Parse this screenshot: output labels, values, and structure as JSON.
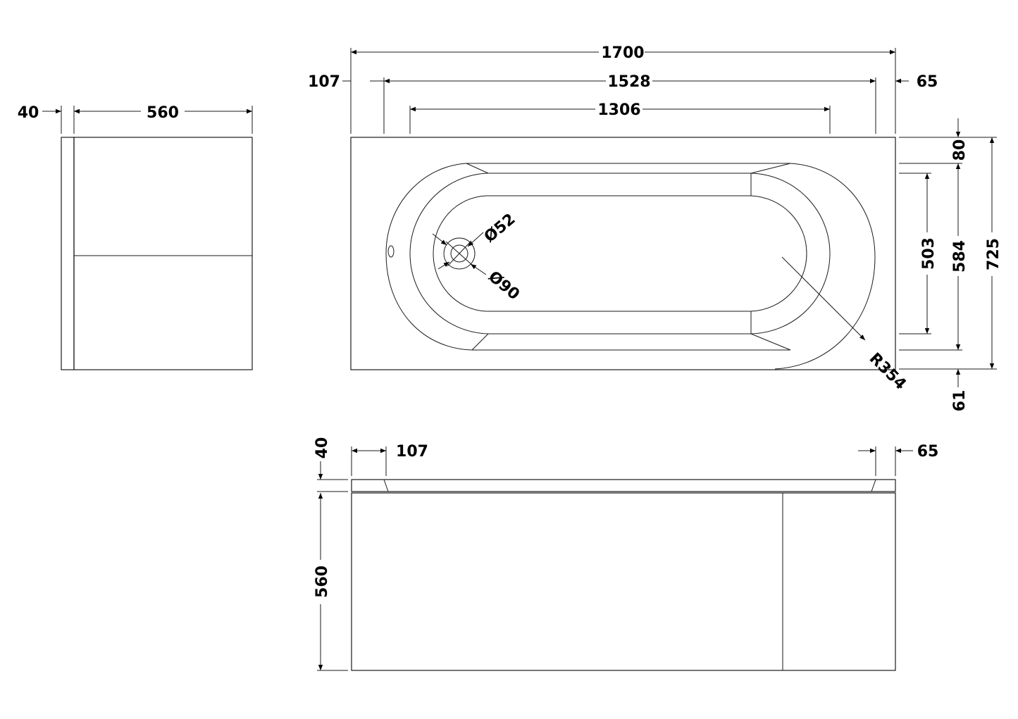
{
  "side_view": {
    "panel_thickness": "40",
    "depth": "560"
  },
  "plan_view": {
    "overall_length": "1700",
    "left_rim": "107",
    "inner_length": "1528",
    "right_rim": "65",
    "bath_floor_length": "1306",
    "top_rim": "80",
    "floor_width": "503",
    "inner_width": "584",
    "overall_width": "725",
    "bottom_rim": "61",
    "waste_inner": "Ø52",
    "waste_outer": "Ø90",
    "radius": "R354"
  },
  "front_view": {
    "left_rim": "107",
    "right_rim": "65",
    "rim_height": "40",
    "panel_height": "560"
  }
}
